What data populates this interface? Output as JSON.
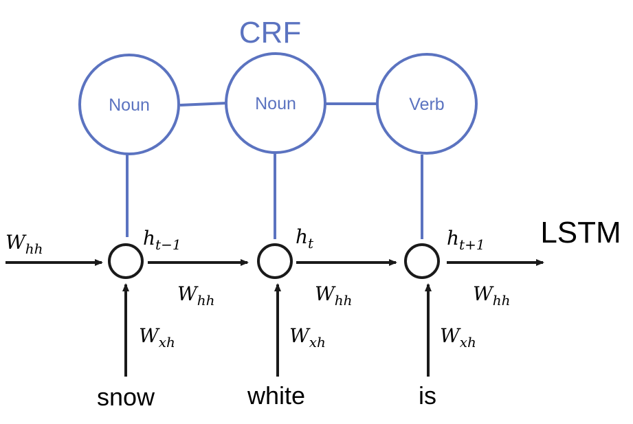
{
  "colors": {
    "crf": "#5B73C0",
    "lstm": "#1A1A1A",
    "background": "#FFFFFF"
  },
  "crf": {
    "title": "CRF",
    "nodes": [
      "Noun",
      "Noun",
      "Verb"
    ]
  },
  "lstm": {
    "title": "LSTM",
    "hidden_states": [
      {
        "base": "h",
        "sub": "t−1"
      },
      {
        "base": "h",
        "sub": "t"
      },
      {
        "base": "h",
        "sub": "t+1"
      }
    ],
    "input_weight": {
      "base": "W",
      "sub": "xh"
    },
    "recurrent_weight": {
      "base": "W",
      "sub": "hh"
    }
  },
  "inputs": [
    "snow",
    "white",
    "is"
  ]
}
